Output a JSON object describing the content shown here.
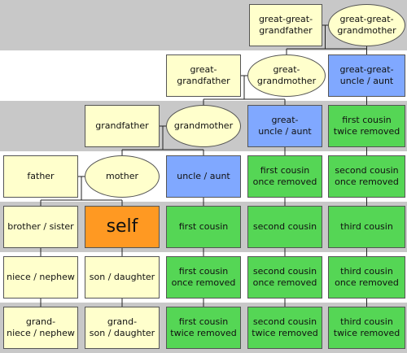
{
  "colors": {
    "band": "#c8c8c8",
    "ancestor": "#ffffcc",
    "uncle": "#80a8ff",
    "cousin": "#55d655",
    "self": "#ff9922",
    "line": "#222222"
  },
  "rows": [
    {
      "id": "row-great-great-grandparents",
      "banded": true,
      "cells": [
        {
          "label": "great-great-\ngrandfather",
          "kind": "ancestor",
          "shape": "rect"
        },
        {
          "label": "great-great-\ngrandmother",
          "kind": "ancestor",
          "shape": "oval"
        }
      ]
    },
    {
      "id": "row-great-grandparents",
      "banded": false,
      "cells": [
        {
          "label": "great-\ngrandfather",
          "kind": "ancestor",
          "shape": "rect"
        },
        {
          "label": "great-\ngrandmother",
          "kind": "ancestor",
          "shape": "oval"
        },
        {
          "label": "great-great-\nuncle / aunt",
          "kind": "uncle",
          "shape": "rect"
        }
      ]
    },
    {
      "id": "row-grandparents",
      "banded": true,
      "cells": [
        {
          "label": "grandfather",
          "kind": "ancestor",
          "shape": "rect"
        },
        {
          "label": "grandmother",
          "kind": "ancestor",
          "shape": "oval"
        },
        {
          "label": "great-\nuncle / aunt",
          "kind": "uncle",
          "shape": "rect"
        },
        {
          "label": "first cousin\ntwice removed",
          "kind": "cousin",
          "shape": "rect"
        }
      ]
    },
    {
      "id": "row-parents",
      "banded": false,
      "cells": [
        {
          "label": "father",
          "kind": "ancestor",
          "shape": "rect"
        },
        {
          "label": "mother",
          "kind": "ancestor",
          "shape": "oval"
        },
        {
          "label": "uncle / aunt",
          "kind": "uncle",
          "shape": "rect"
        },
        {
          "label": "first cousin\nonce removed",
          "kind": "cousin",
          "shape": "rect"
        },
        {
          "label": "second cousin\nonce removed",
          "kind": "cousin",
          "shape": "rect"
        }
      ]
    },
    {
      "id": "row-self",
      "banded": true,
      "cells": [
        {
          "label": "brother / sister",
          "kind": "ancestor",
          "shape": "rect"
        },
        {
          "label": "self",
          "kind": "self",
          "shape": "rect"
        },
        {
          "label": "first cousin",
          "kind": "cousin",
          "shape": "rect"
        },
        {
          "label": "second cousin",
          "kind": "cousin",
          "shape": "rect"
        },
        {
          "label": "third cousin",
          "kind": "cousin",
          "shape": "rect"
        }
      ]
    },
    {
      "id": "row-children",
      "banded": false,
      "cells": [
        {
          "label": "niece / nephew",
          "kind": "ancestor",
          "shape": "rect"
        },
        {
          "label": "son / daughter",
          "kind": "ancestor",
          "shape": "rect"
        },
        {
          "label": "first cousin\nonce removed",
          "kind": "cousin",
          "shape": "rect"
        },
        {
          "label": "second cousin\nonce removed",
          "kind": "cousin",
          "shape": "rect"
        },
        {
          "label": "third cousin\nonce removed",
          "kind": "cousin",
          "shape": "rect"
        }
      ]
    },
    {
      "id": "row-grandchildren",
      "banded": true,
      "cells": [
        {
          "label": "grand-\nniece / nephew",
          "kind": "ancestor",
          "shape": "rect"
        },
        {
          "label": "grand-\nson / daughter",
          "kind": "ancestor",
          "shape": "rect"
        },
        {
          "label": "first cousin\ntwice removed",
          "kind": "cousin",
          "shape": "rect"
        },
        {
          "label": "second cousin\ntwice removed",
          "kind": "cousin",
          "shape": "rect"
        },
        {
          "label": "third cousin\ntwice removed",
          "kind": "cousin",
          "shape": "rect"
        }
      ]
    }
  ]
}
